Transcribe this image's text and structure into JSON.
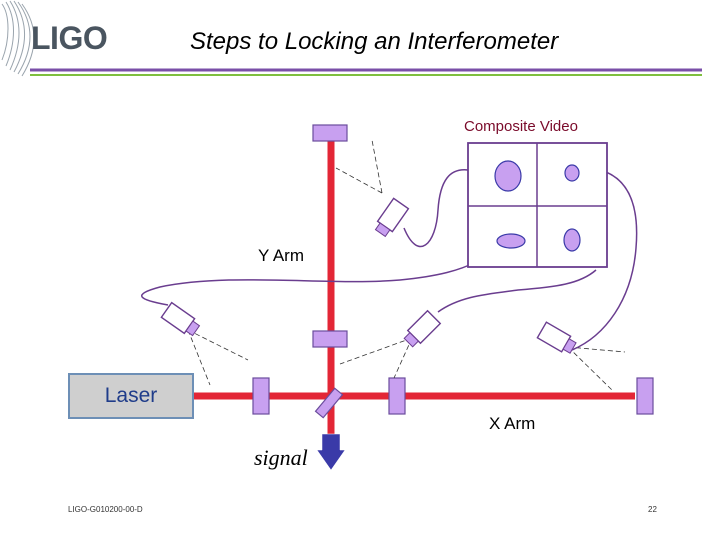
{
  "slide": {
    "title": "Steps to Locking an Interferometer",
    "logo_text": "LIGO",
    "doc_id": "LIGO-G010200-00-D",
    "page_number": "22"
  },
  "diagram": {
    "composite_video_label": "Composite Video",
    "y_arm_label": "Y Arm",
    "x_arm_label": "X Arm",
    "laser_label": "Laser",
    "signal_label": "signal"
  },
  "colors": {
    "beam": "#e32636",
    "mirror_fill": "#c8a0f0",
    "mirror_stroke": "#6a4c9c",
    "cable": "#6a3d8f",
    "logo_gray": "#4a5560",
    "rule_purple": "#7a4fa8",
    "rule_green": "#7fbf3f",
    "laser_fill": "#cfcfcf",
    "laser_border": "#6d8fb6",
    "signal_arrow": "#3a3aa8"
  }
}
